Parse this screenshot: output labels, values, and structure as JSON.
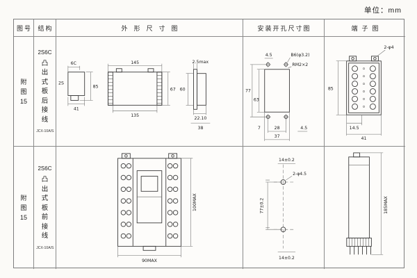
{
  "unit_label": "单位：mm",
  "headers": {
    "fig": "图号",
    "structure": "结构",
    "outline": "外形尺寸图",
    "mounting": "安装开孔尺寸图",
    "terminal": "端子图"
  },
  "rows": [
    {
      "fig": "附图15",
      "model": "2S6C",
      "desc": "凸出式板后接线",
      "code": "JCX-10A/S",
      "outline": {
        "d6c": "6C",
        "d2s": "2S",
        "d41": "41",
        "d85": "85",
        "d145": "145",
        "d135": "135",
        "d67": "67",
        "d25max": "2.5max",
        "d60": "60",
        "d2210": "22.10",
        "d38": "38"
      },
      "mounting": {
        "d45_top": "4.5",
        "b6": "B6(φ3.2)",
        "rm2": "RM2×2",
        "d77": "77",
        "d63": "63",
        "d7": "7",
        "d28": "28",
        "d37": "37",
        "d45_right": "4.5"
      },
      "terminal": {
        "holes": "2-φ4",
        "d85": "85",
        "d145": "14.5",
        "d41": "41"
      }
    },
    {
      "fig": "附图15",
      "model": "2S6C",
      "desc": "凸出式板前接线",
      "code": "JCX-10A/S",
      "outline": {
        "d90": "90MAX",
        "d100": "100MAX"
      },
      "mounting": {
        "d14_top": "14±0.2",
        "holes": "2-φ4.5",
        "d77": "77±0.2",
        "d14_bottom": "14±0.2"
      },
      "terminal": {
        "d185": "185MAX"
      }
    }
  ]
}
